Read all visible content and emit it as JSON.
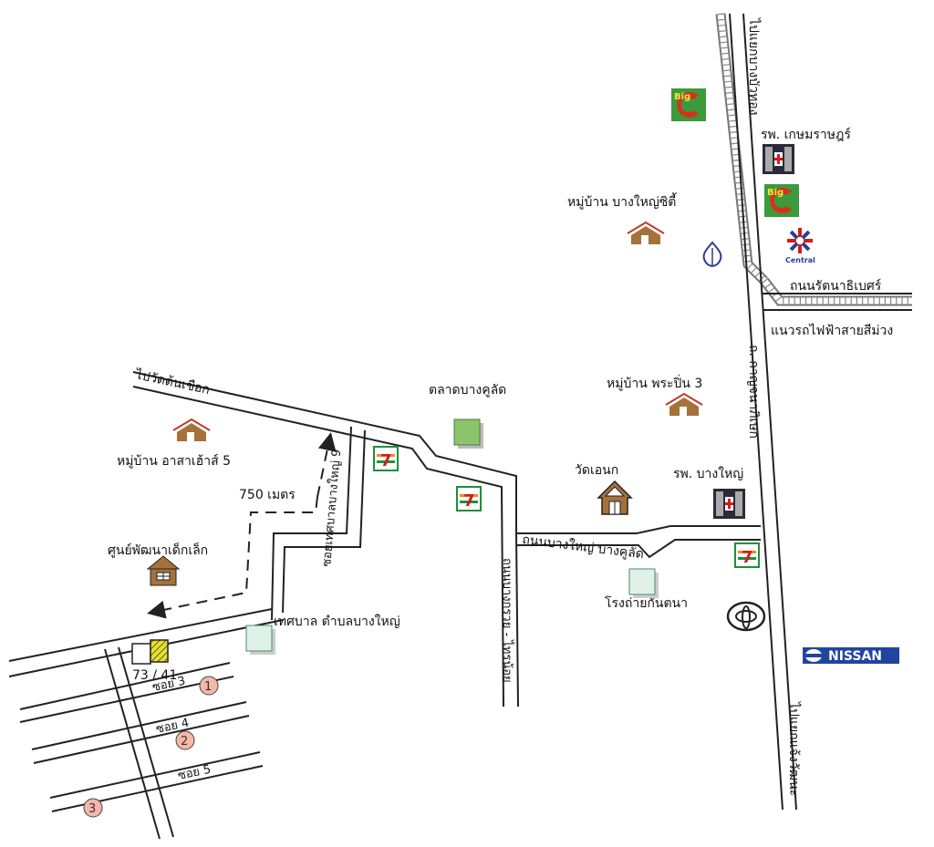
{
  "labels": {
    "to_bang_bua_thong": "ไปแยกบางบัวทอง",
    "hosp_kasem": "รพ. เกษมราษฎร์",
    "village_bangyai_city": "หมู่บ้าน บางใหญ่ซิตี้",
    "rattanathibet_road": "ถนนรัตนาธิเบศร์",
    "purple_line": "แนวรถไฟฟ้าสายสีม่วง",
    "kanchanaphisek": "ถ. กาญจนาภิเษก",
    "to_wat_ton_chueak": "ไปวัดต้นเชือก",
    "village_asa_house": "หมู่บ้าน อาสาเฮ้าส์ 5",
    "bangkhulat_market": "ตลาดบางคูลัด",
    "village_phrapin": "หมู่บ้าน พระปิ่น 3",
    "wat_en": "วัดเอนก",
    "hosp_bangyai": "รพ. บางใหญ่",
    "distance": "750 เมตร",
    "soi_thetsaban": "ซอยเทศบาลบางใหญ่ 9",
    "child_center": "ศูนย์พัฒนาเด็กเล็ก",
    "bangyai_bangkhulat_road": "ถนนบางใหญ่ บางคูลัด",
    "bangkruai_road": "ถนนบางกรวย - ไทรน้อย",
    "tessaban": "เทศบาล ตำบลบางใหญ่",
    "ice_factory": "โรงถ่ายกันตนา",
    "house_number": "73 / 41",
    "soi3": "ซอย 3",
    "soi4": "ซอย 4",
    "soi5": "ซอย 5",
    "to_chaeng_watthana": "ไปแยกแจ้งวัฒนะ"
  },
  "badges": {
    "b1": "1",
    "b2": "2",
    "b3": "3"
  },
  "brands": {
    "bigc": "Big",
    "central": "Central",
    "nissan": "NISSAN",
    "seven": "7"
  },
  "colors": {
    "bigc_green": "#3c9a3c",
    "bigc_red": "#d8301c",
    "bigc_yellow": "#f4e23a",
    "seven_green": "#1f8f3a",
    "seven_orange": "#f08a1c",
    "seven_red": "#d7191c",
    "house_brown": "#a5723a",
    "house_roof": "#c0392b",
    "market_green": "#8cc46c",
    "light_green": "#dff1e8",
    "hospital_dark": "#2a2a3a",
    "bank_blue": "#2a3e8c",
    "nissan_blue": "#2244a0",
    "badge_pink": "#f4b7a8",
    "plot_yellow": "#e6e02a"
  }
}
